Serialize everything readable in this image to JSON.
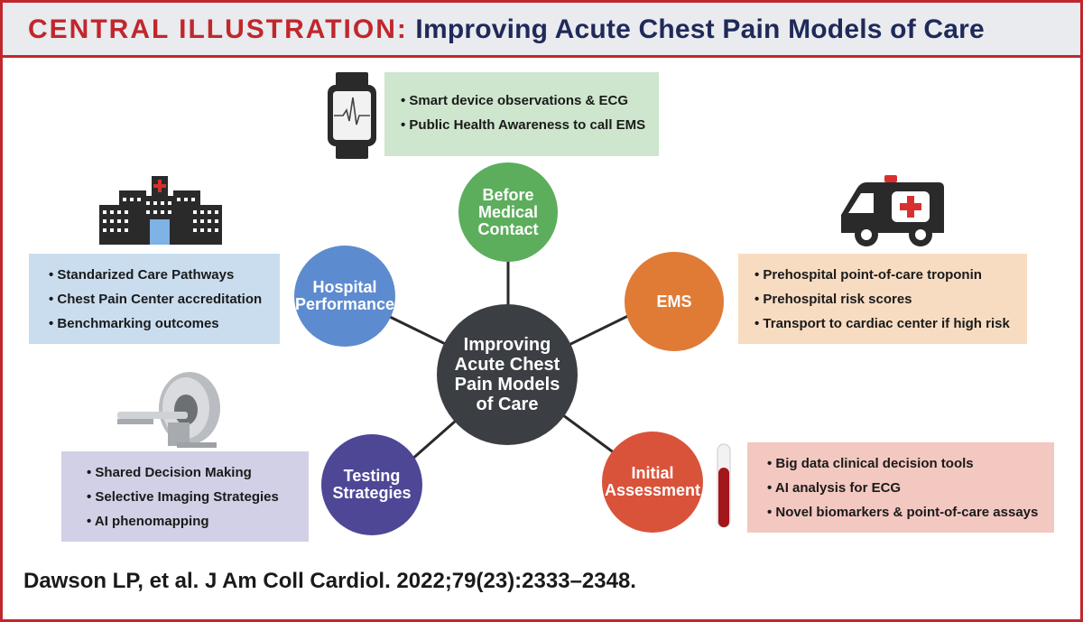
{
  "header": {
    "label": "CENTRAL ILLUSTRATION:",
    "title": "Improving Acute Chest Pain Models of Care"
  },
  "center": {
    "label": "Improving\nAcute Chest\nPain Models\nof Care"
  },
  "nodes": {
    "before_medical_contact": "Before\nMedical\nContact",
    "ems": "EMS",
    "initial_assessment": "Initial\nAssessment",
    "testing_strategies": "Testing\nStrategies",
    "hospital_performance": "Hospital\nPerformance"
  },
  "boxes": {
    "before_medical_contact": [
      "Smart device observations & ECG",
      "Public Health Awareness to call EMS"
    ],
    "ems": [
      "Prehospital point-of-care troponin",
      "Prehospital risk scores",
      "Transport to cardiac center if high  risk"
    ],
    "initial_assessment": [
      "Big data clinical decision tools",
      "AI analysis for ECG",
      "Novel biomarkers & point-of-care assays"
    ],
    "testing_strategies": [
      "Shared Decision Making",
      "Selective Imaging Strategies",
      "AI phenomapping"
    ],
    "hospital_performance": [
      "Standarized Care Pathways",
      "Chest Pain Center accreditation",
      "Benchmarking outcomes"
    ]
  },
  "icons": {
    "before_medical_contact": "smartwatch-ecg-icon",
    "ems": "ambulance-icon",
    "initial_assessment": "blood-test-tube-icon",
    "testing_strategies": "ct-scanner-icon",
    "hospital_performance": "hospital-building-icon"
  },
  "colors": {
    "frame": "#c0272d",
    "header_label": "#c0272d",
    "header_title": "#1f2a5a",
    "center": "#3b3e42",
    "before_medical_contact": "#5cae5c",
    "ems": "#e07b36",
    "initial_assessment": "#d9533a",
    "testing_strategies": "#4e4796",
    "hospital_performance": "#5d8bcf",
    "box_before_medical_contact": "#cde6cd",
    "box_ems": "#f8dcc2",
    "box_initial_assessment": "#f3c8c0",
    "box_testing_strategies": "#d2d0e6",
    "box_hospital_performance": "#c9ddef"
  },
  "citation": "Dawson LP, et al. J Am Coll Cardiol. 2022;79(23):2333–2348."
}
